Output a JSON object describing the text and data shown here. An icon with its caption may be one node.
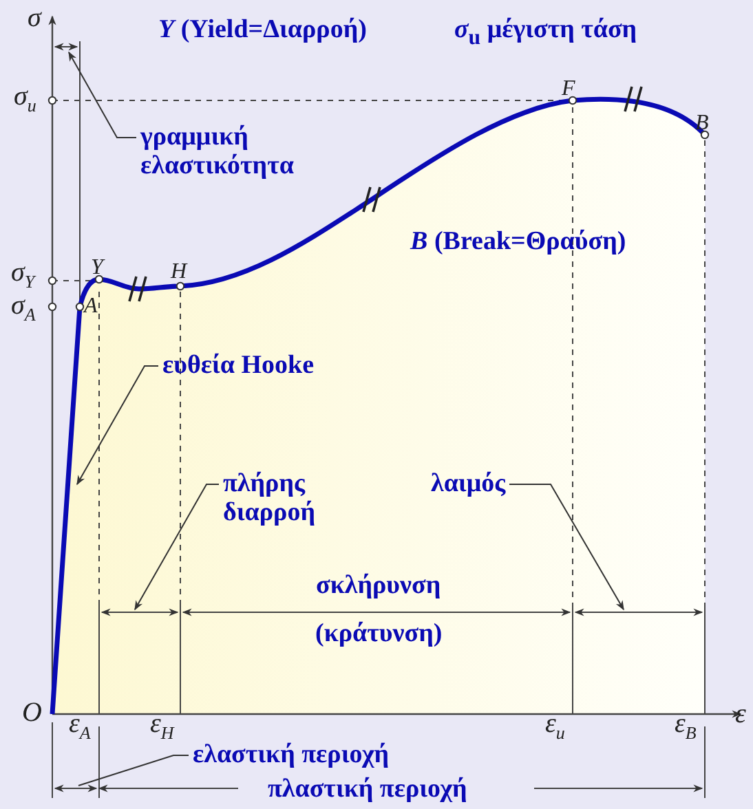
{
  "diagram": {
    "nodes": [
      {
        "text": [
          "γραμμική ελαστικότητα"
        ]
      },
      {
        "text": [
          "ευθεία Hooke"
        ]
      },
      {
        "text": [
          "πλήρης διαρροή"
        ]
      },
      {
        "text": [
          "λαιμός"
        ]
      },
      {
        "text": [
          "ελαστική περιοχή"
        ]
      }
    ],
    "edges": [
      {
        "from": 0,
        "to": null,
        "arrow": "to"
      },
      {
        "from": 1,
        "to": null,
        "arrow": "to"
      },
      {
        "from": 2,
        "to": null,
        "arrow": "to"
      },
      {
        "from": 3,
        "to": null,
        "arrow": "to"
      },
      {
        "from": 4,
        "to": null,
        "arrow": "none"
      }
    ],
    "labels": [
      "σ",
      "*Y* (Yield=Διαρροή)",
      "*σ*$_{u}$ μέγιστη τάση",
      "σ$_{u}$",
      "F",
      "B",
      "*B* (Break=Θραύση)",
      "σ$_{Y}$",
      "Y",
      "H",
      "σ$_{A}$",
      "A",
      "σκλήρυνση",
      "(κράτυνση)",
      "O",
      "ε$_{A}$",
      "ε$_{H}$",
      "ε$_{u}$",
      "ε$_{B}$",
      "ε",
      "πλαστική περιοχή"
    ]
  }
}
